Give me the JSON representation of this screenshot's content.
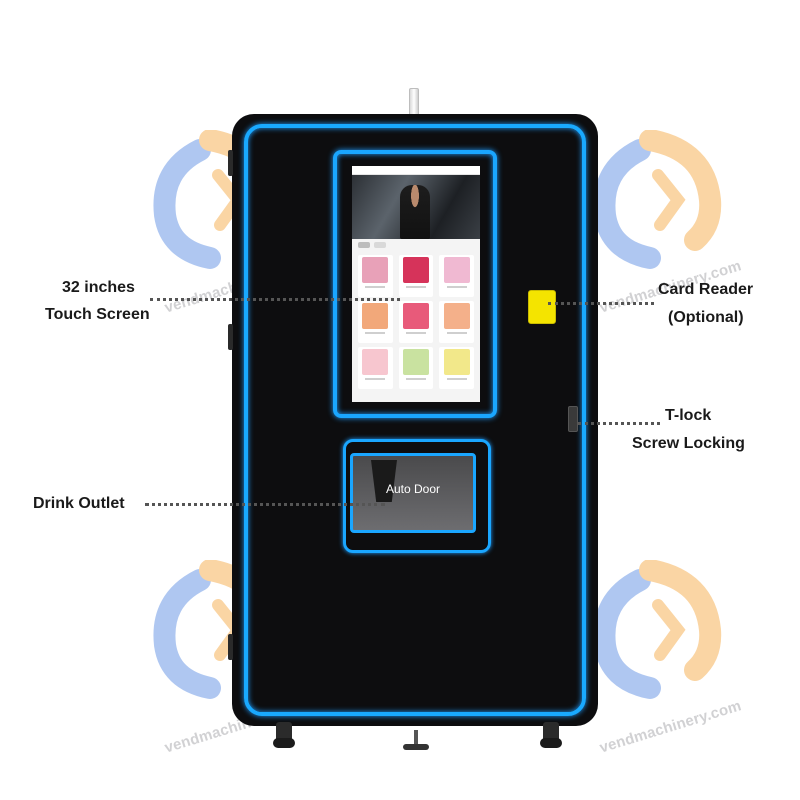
{
  "callouts": {
    "touch_screen": [
      "32 inches",
      "Touch Screen"
    ],
    "card_reader": [
      "Card Reader",
      "(Optional)"
    ],
    "t_lock": [
      "T-lock",
      "Screw Locking"
    ],
    "drink_outlet": "Drink Outlet"
  },
  "outlet_label": "Auto Door",
  "watermark": "vendmachinery.com",
  "colors": {
    "machine_body": "#0d0d0f",
    "led_strip": "#19a9ff",
    "card_reader": "#f4e400",
    "logo_blue": "#2f74d8",
    "logo_orange": "#f6a33a"
  },
  "screen": {
    "tiles": [
      "#e8a1b8",
      "#d6335a",
      "#f0b9d2",
      "#f2a87a",
      "#e85a7a",
      "#f4b08a",
      "#f7c6cf",
      "#c9e2a0",
      "#f2e88a"
    ]
  }
}
